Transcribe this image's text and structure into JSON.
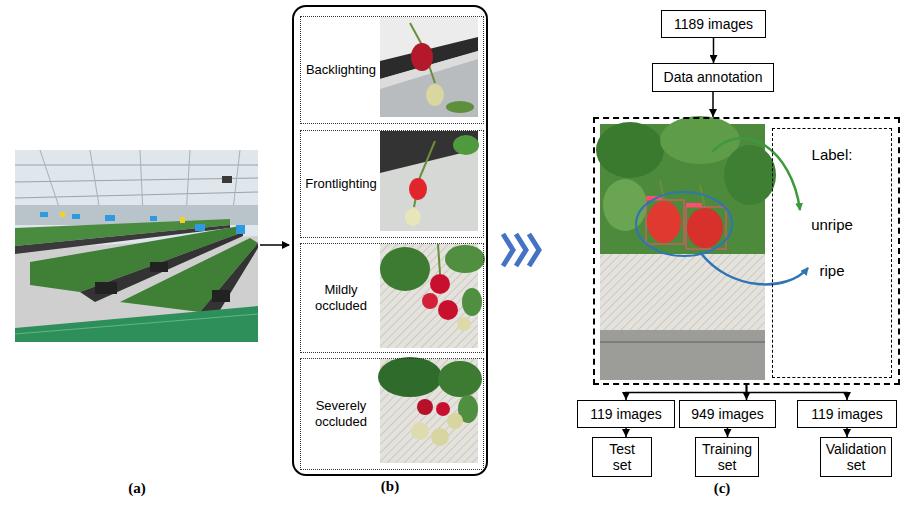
{
  "diagram": {
    "nodes": [
      {
        "text": [
          "(b)"
        ]
      },
      {
        "text": [
          "Backlighting"
        ],
        "in": 0
      },
      {
        "text": [
          "Frontlighting"
        ],
        "in": 0
      },
      {
        "text": [
          "Mildly occluded"
        ],
        "in": 0
      },
      {
        "text": [
          "Severely occluded"
        ],
        "in": 0
      },
      {
        "text": [
          "1189 images"
        ]
      },
      {
        "text": [
          "Data annotation"
        ]
      },
      {
        "text": []
      },
      {
        "text": [
          "Label:",
          "unripe",
          "ripe"
        ],
        "in": 7
      },
      {
        "text": [
          "119 images"
        ]
      },
      {
        "text": [
          "949 images"
        ]
      },
      {
        "text": [
          "119 images"
        ]
      },
      {
        "text": [
          "Test set"
        ]
      },
      {
        "text": [
          "Training set"
        ]
      },
      {
        "text": [
          "Validation set"
        ]
      }
    ],
    "edges": [
      {
        "from": 5,
        "to": 6,
        "arrow": "to"
      },
      {
        "from": 6,
        "to": 7,
        "arrow": "to"
      },
      {
        "from": 7,
        "to": 9,
        "arrow": "to"
      },
      {
        "from": 7,
        "to": 10,
        "arrow": "to"
      },
      {
        "from": 7,
        "to": 11,
        "arrow": "to"
      },
      {
        "from": 9,
        "to": 12,
        "arrow": "to"
      },
      {
        "from": 10,
        "to": 13,
        "arrow": "to"
      },
      {
        "from": 11,
        "to": 14,
        "arrow": "to"
      }
    ],
    "labels": [
      "(a)",
      "(c)"
    ]
  }
}
